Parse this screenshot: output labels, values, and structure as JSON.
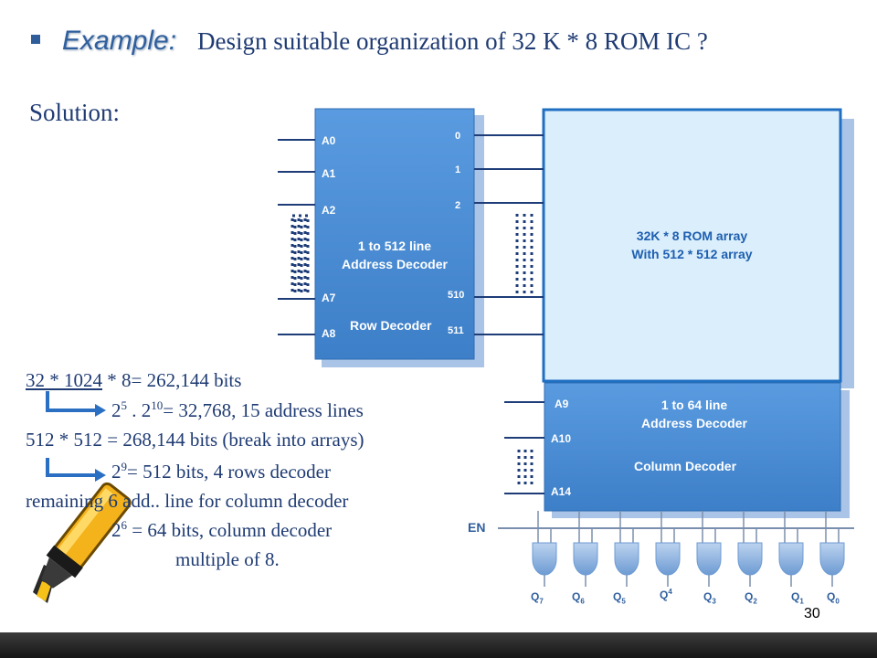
{
  "heading": {
    "bullet": "▪",
    "example_word": "Example:",
    "text": "Design suitable organization of 32 K * 8 ROM IC ?"
  },
  "solution_label": "Solution:",
  "row_decoder": {
    "input_labels": [
      "A0",
      "A1",
      "A2",
      "A7",
      "A8"
    ],
    "output_labels": [
      "0",
      "1",
      "2",
      "510",
      "511"
    ],
    "title_line1": "1 to 512 line",
    "title_line2": "Address Decoder",
    "name": "Row Decoder"
  },
  "rom_array": {
    "line1": "32K * 8 ROM array",
    "line2": "With 512 * 512 array"
  },
  "column_decoder": {
    "input_labels": [
      "A9",
      "A10",
      "A14"
    ],
    "title_line1": "1 to 64 line",
    "title_line2": "Address Decoder",
    "name": "Column Decoder"
  },
  "enable_label": "EN",
  "output_labels": [
    {
      "base": "Q",
      "sub": "7"
    },
    {
      "base": "Q",
      "sub": "6"
    },
    {
      "base": "Q",
      "sub": "5"
    },
    {
      "base": "Q",
      "sub": "4"
    },
    {
      "base": "Q",
      "sub": "3"
    },
    {
      "base": "Q",
      "sub": "2"
    },
    {
      "base": "Q",
      "sub": "1"
    },
    {
      "base": "Q",
      "sub": "0"
    }
  ],
  "calculations": {
    "line1_a": "32 * 1024",
    "line1_b": "  * 8= 262,144 bits",
    "line2_base1": "2",
    "line2_exp1": "5",
    "line2_mid": " . 2",
    "line2_exp2": "10",
    "line2_rest": "= 32,768,   15 address lines",
    "line3": "512 * 512 = 268,144  bits (break into arrays)",
    "line4_base": "2",
    "line4_exp": "9",
    "line4_rest": "= 512 bits, 4 rows decoder",
    "line5": "remaining 6 add.. line for column decoder",
    "line6_base": "2",
    "line6_exp": "6",
    "line6_rest": " = 64 bits, column decoder",
    "line7": "multiple of 8."
  },
  "page_number": "30",
  "colors": {
    "block_fill": "#4a8fd6",
    "block_shadow": "#a9c4e6",
    "rom_fill": "#dbeefc",
    "rom_border": "#1f6fc2",
    "wire": "#1d3c78",
    "text": "#1f3b73",
    "marker_body": "#f4b21b"
  }
}
